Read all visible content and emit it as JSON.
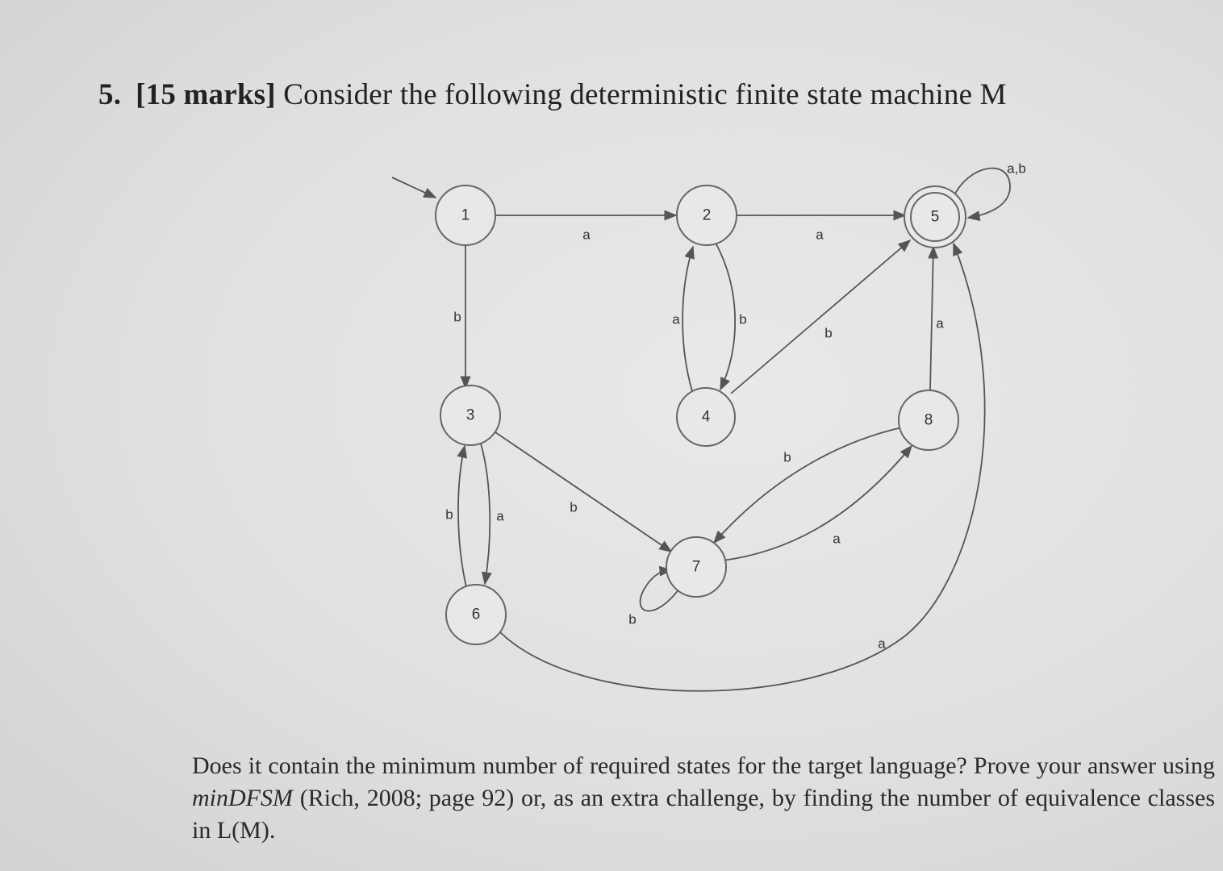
{
  "question": {
    "number": "5.",
    "marks": "[15 marks]",
    "prompt": "Consider the following deterministic finite state machine M",
    "body_before": "Does it contain the minimum number of required states for the target language? Prove your answer using ",
    "body_emphasis": "minDFSM",
    "body_after": " (Rich, 2008; page 92) or, as an extra challenge, by finding the number of equivalence classes in L(M)."
  },
  "diagram": {
    "start_state": "1",
    "accepting_states": [
      "5"
    ],
    "states": [
      "1",
      "2",
      "3",
      "4",
      "5",
      "6",
      "7",
      "8"
    ],
    "transitions": [
      {
        "from": "1",
        "to": "2",
        "symbol": "a"
      },
      {
        "from": "1",
        "to": "3",
        "symbol": "b"
      },
      {
        "from": "2",
        "to": "5",
        "symbol": "a"
      },
      {
        "from": "2",
        "to": "4",
        "symbol": "b"
      },
      {
        "from": "4",
        "to": "2",
        "symbol": "a"
      },
      {
        "from": "4",
        "to": "5",
        "symbol": "b"
      },
      {
        "from": "3",
        "to": "6",
        "symbol": "a"
      },
      {
        "from": "6",
        "to": "3",
        "symbol": "b"
      },
      {
        "from": "3",
        "to": "7",
        "symbol": "b"
      },
      {
        "from": "7",
        "to": "7",
        "symbol": "b"
      },
      {
        "from": "7",
        "to": "8",
        "symbol": "a"
      },
      {
        "from": "8",
        "to": "7",
        "symbol": "b"
      },
      {
        "from": "8",
        "to": "5",
        "symbol": "a"
      },
      {
        "from": "6",
        "to": "5",
        "symbol": "a"
      },
      {
        "from": "5",
        "to": "5",
        "symbol": "a,b"
      }
    ]
  }
}
